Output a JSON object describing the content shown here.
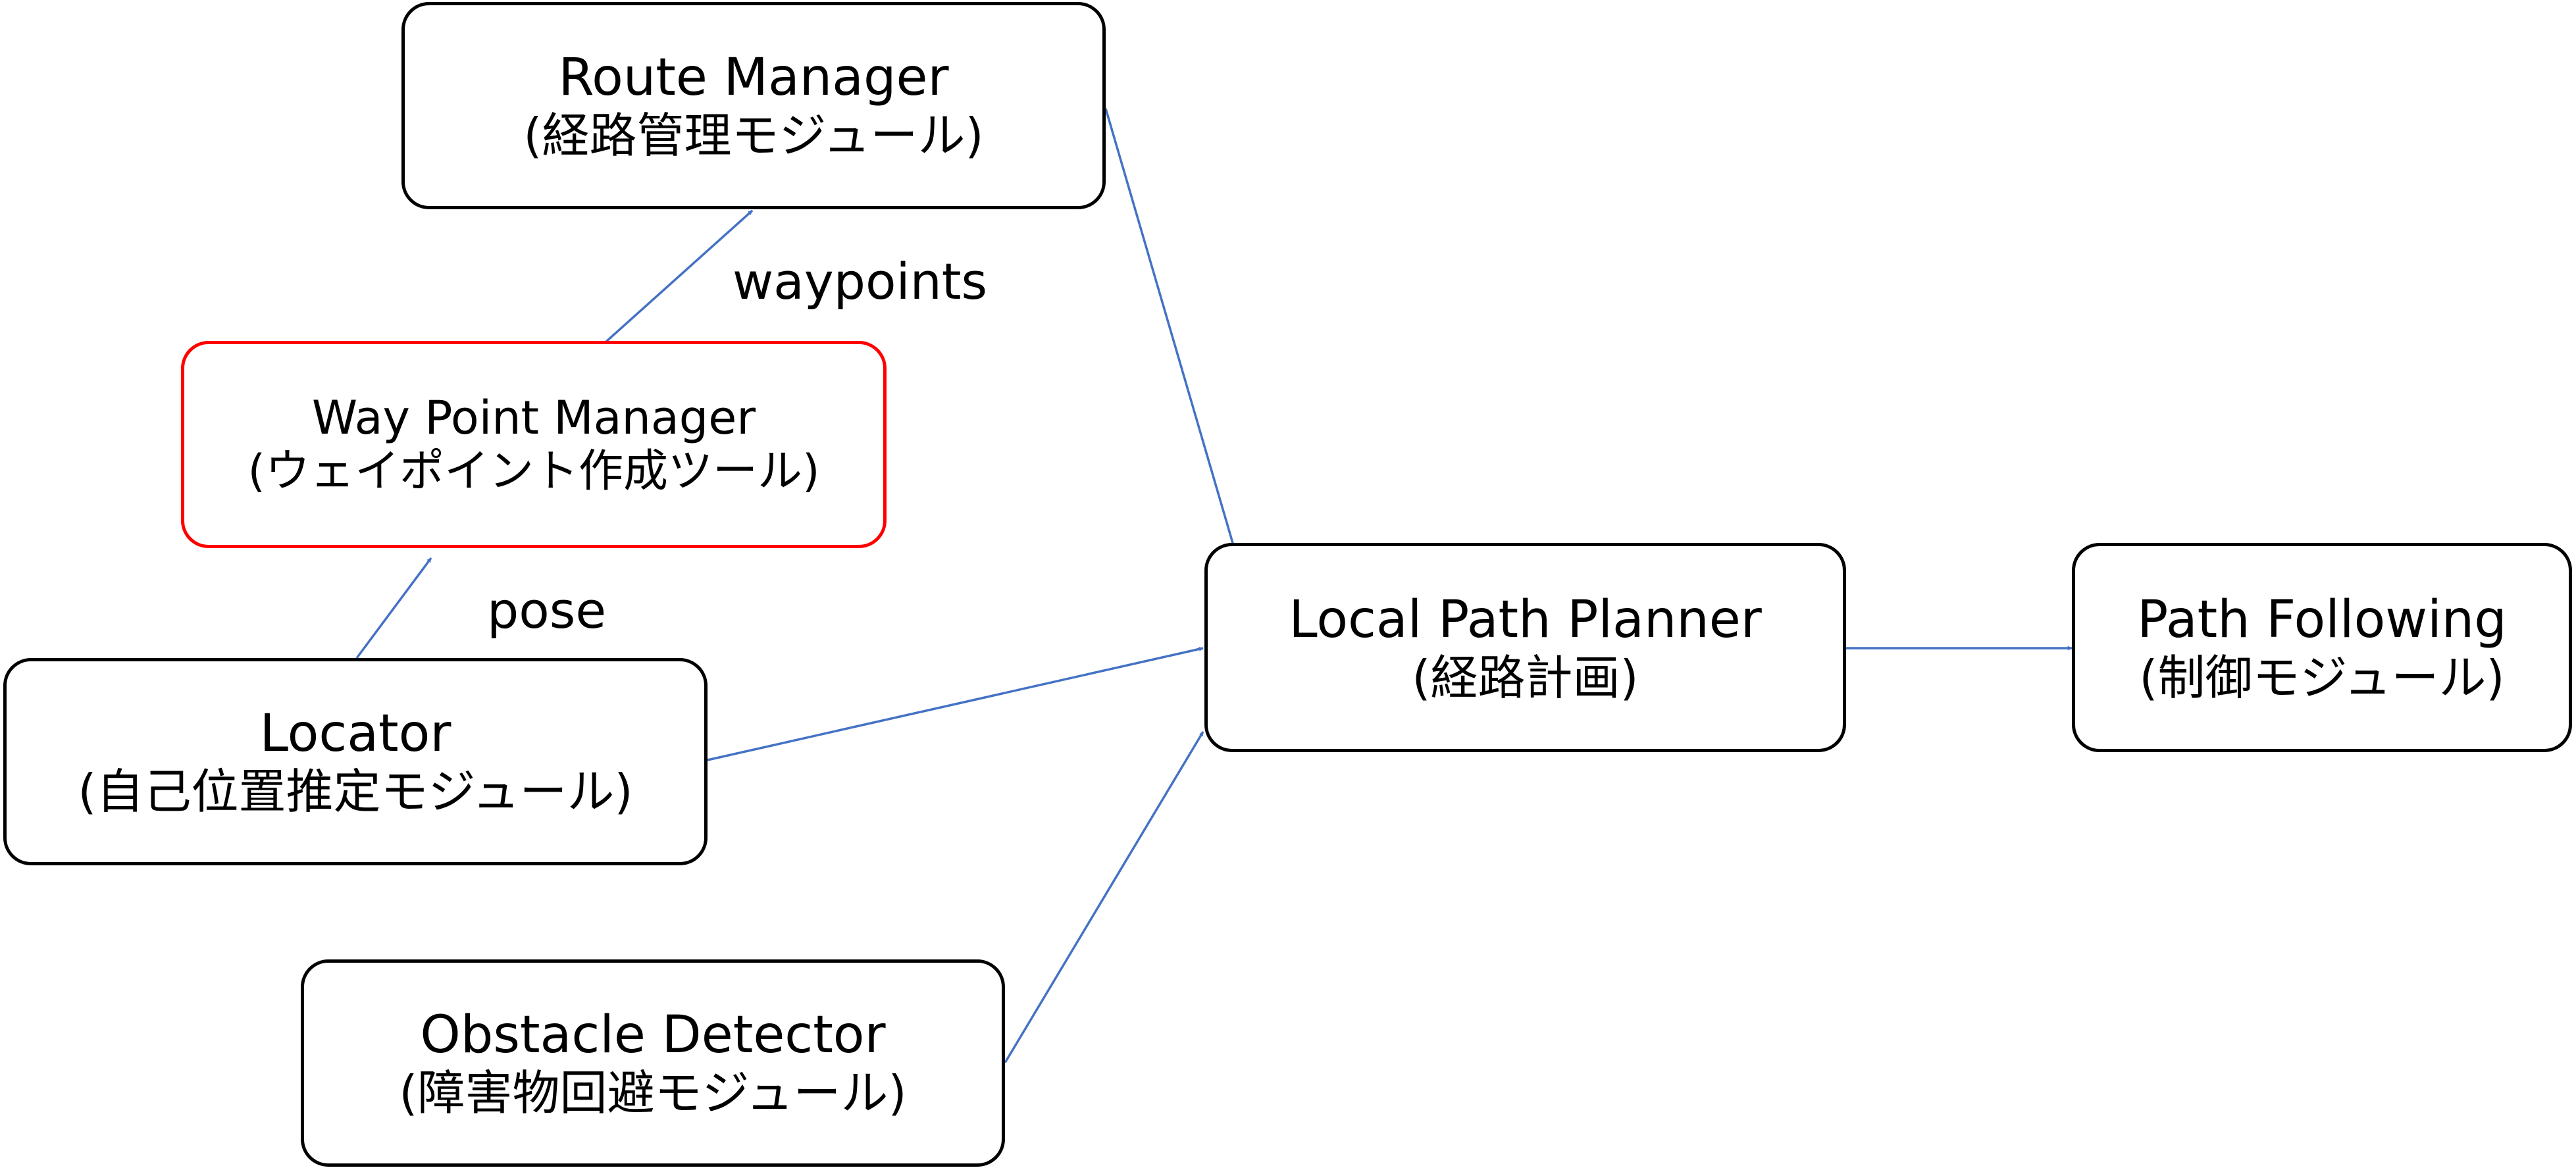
{
  "colors": {
    "edge": "#4472c4",
    "node_border": "#000000",
    "highlight_border": "#ff0000"
  },
  "nodes": {
    "route_manager": {
      "title": "Route Manager",
      "subtitle": "(経路管理モジュール)"
    },
    "way_point_manager": {
      "title": "Way Point Manager",
      "subtitle": "(ウェイポイント作成ツール)"
    },
    "locator": {
      "title": "Locator",
      "subtitle": "(自己位置推定モジュール)"
    },
    "obstacle_detector": {
      "title": "Obstacle Detector",
      "subtitle": "(障害物回避モジュール)"
    },
    "local_path_planner": {
      "title": "Local Path Planner",
      "subtitle": "(経路計画)"
    },
    "path_following": {
      "title": "Path Following",
      "subtitle": "(制御モジュール)"
    }
  },
  "edge_labels": {
    "waypoints": "waypoints",
    "pose": "pose"
  },
  "edges": [
    {
      "from": "locator",
      "to": "way_point_manager",
      "label": "pose"
    },
    {
      "from": "way_point_manager",
      "to": "route_manager",
      "label": "waypoints"
    },
    {
      "from": "route_manager",
      "to": "local_path_planner"
    },
    {
      "from": "locator",
      "to": "local_path_planner"
    },
    {
      "from": "obstacle_detector",
      "to": "local_path_planner"
    },
    {
      "from": "local_path_planner",
      "to": "path_following"
    }
  ]
}
